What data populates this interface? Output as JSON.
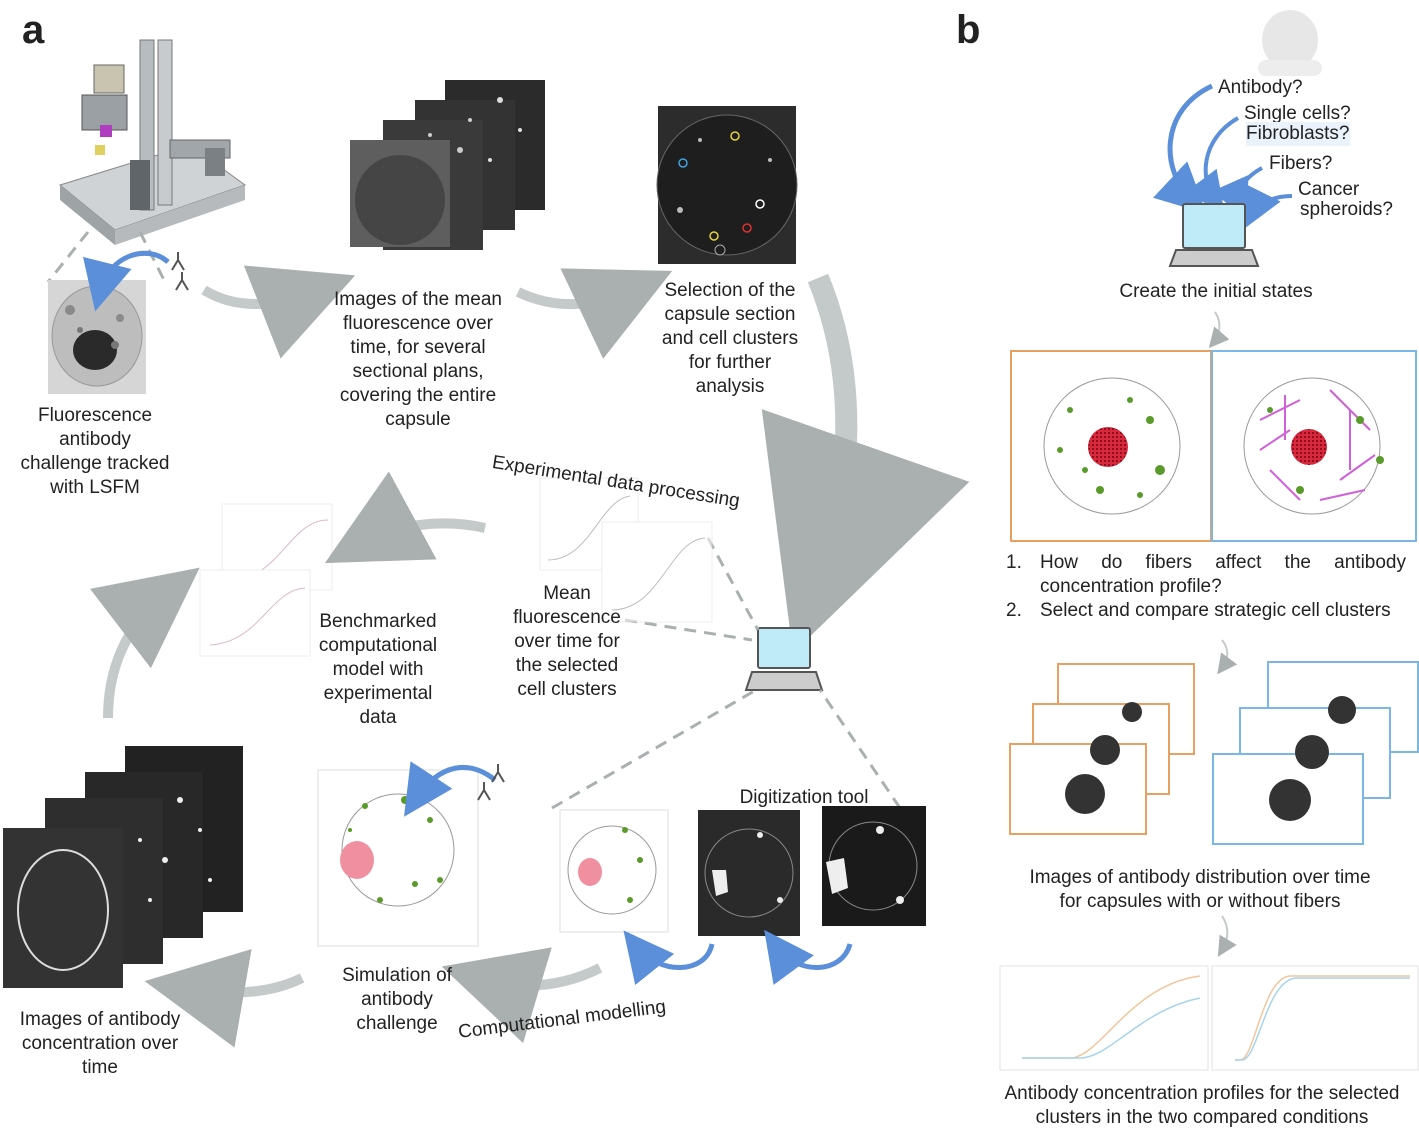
{
  "panels": {
    "a": "a",
    "b": "b"
  },
  "panel_a": {
    "captions": {
      "lsfm": [
        "Fluorescence",
        "antibody",
        "challenge tracked",
        "with LSFM"
      ],
      "mean_images": [
        "Images of the mean",
        "fluorescence over",
        "time, for several",
        "sectional plans,",
        "covering the entire",
        "capsule"
      ],
      "selection": [
        "Selection of the",
        "capsule section",
        "and cell clusters",
        "for further",
        "analysis"
      ],
      "experimental": "Experimental data processing",
      "benchmarked": [
        "Benchmarked",
        "computational",
        "model with",
        "experimental",
        "data"
      ],
      "mean_fluor": [
        "Mean",
        "fluorescence",
        "over time for",
        "the selected",
        "cell clusters"
      ],
      "digitization": "Digitization tool",
      "simulation": [
        "Simulation of",
        "antibody",
        "challenge"
      ],
      "computational": "Computational modelling",
      "concentration": [
        "Images of antibody",
        "concentration over",
        "time"
      ]
    }
  },
  "panel_b": {
    "questions": [
      "Antibody?",
      "Single cells?",
      "Fibroblasts?",
      "Fibers?",
      "Cancer",
      "spheroids?"
    ],
    "initial_states": "Create the initial states",
    "list": [
      {
        "num": "1.",
        "text": "How do fibers affect the antibody concentration profile?"
      },
      {
        "num": "2.",
        "text": "Select and compare strategic cell clusters"
      }
    ],
    "distribution": [
      "Images of antibody distribution over time",
      "for capsules with or without fibers"
    ],
    "profiles": [
      "Antibody concentration profiles for the selected",
      "clusters in the two compared conditions"
    ]
  },
  "colors": {
    "orange_frame": "#e8a060",
    "blue_frame": "#7ab6e6",
    "blue_arrow": "#5b8fd9",
    "gray_arrow": "#c4c9c9",
    "red_spheroid": "#d9283c",
    "green_cells": "#5a9a2a",
    "pink_fibers": "#d060d8"
  }
}
